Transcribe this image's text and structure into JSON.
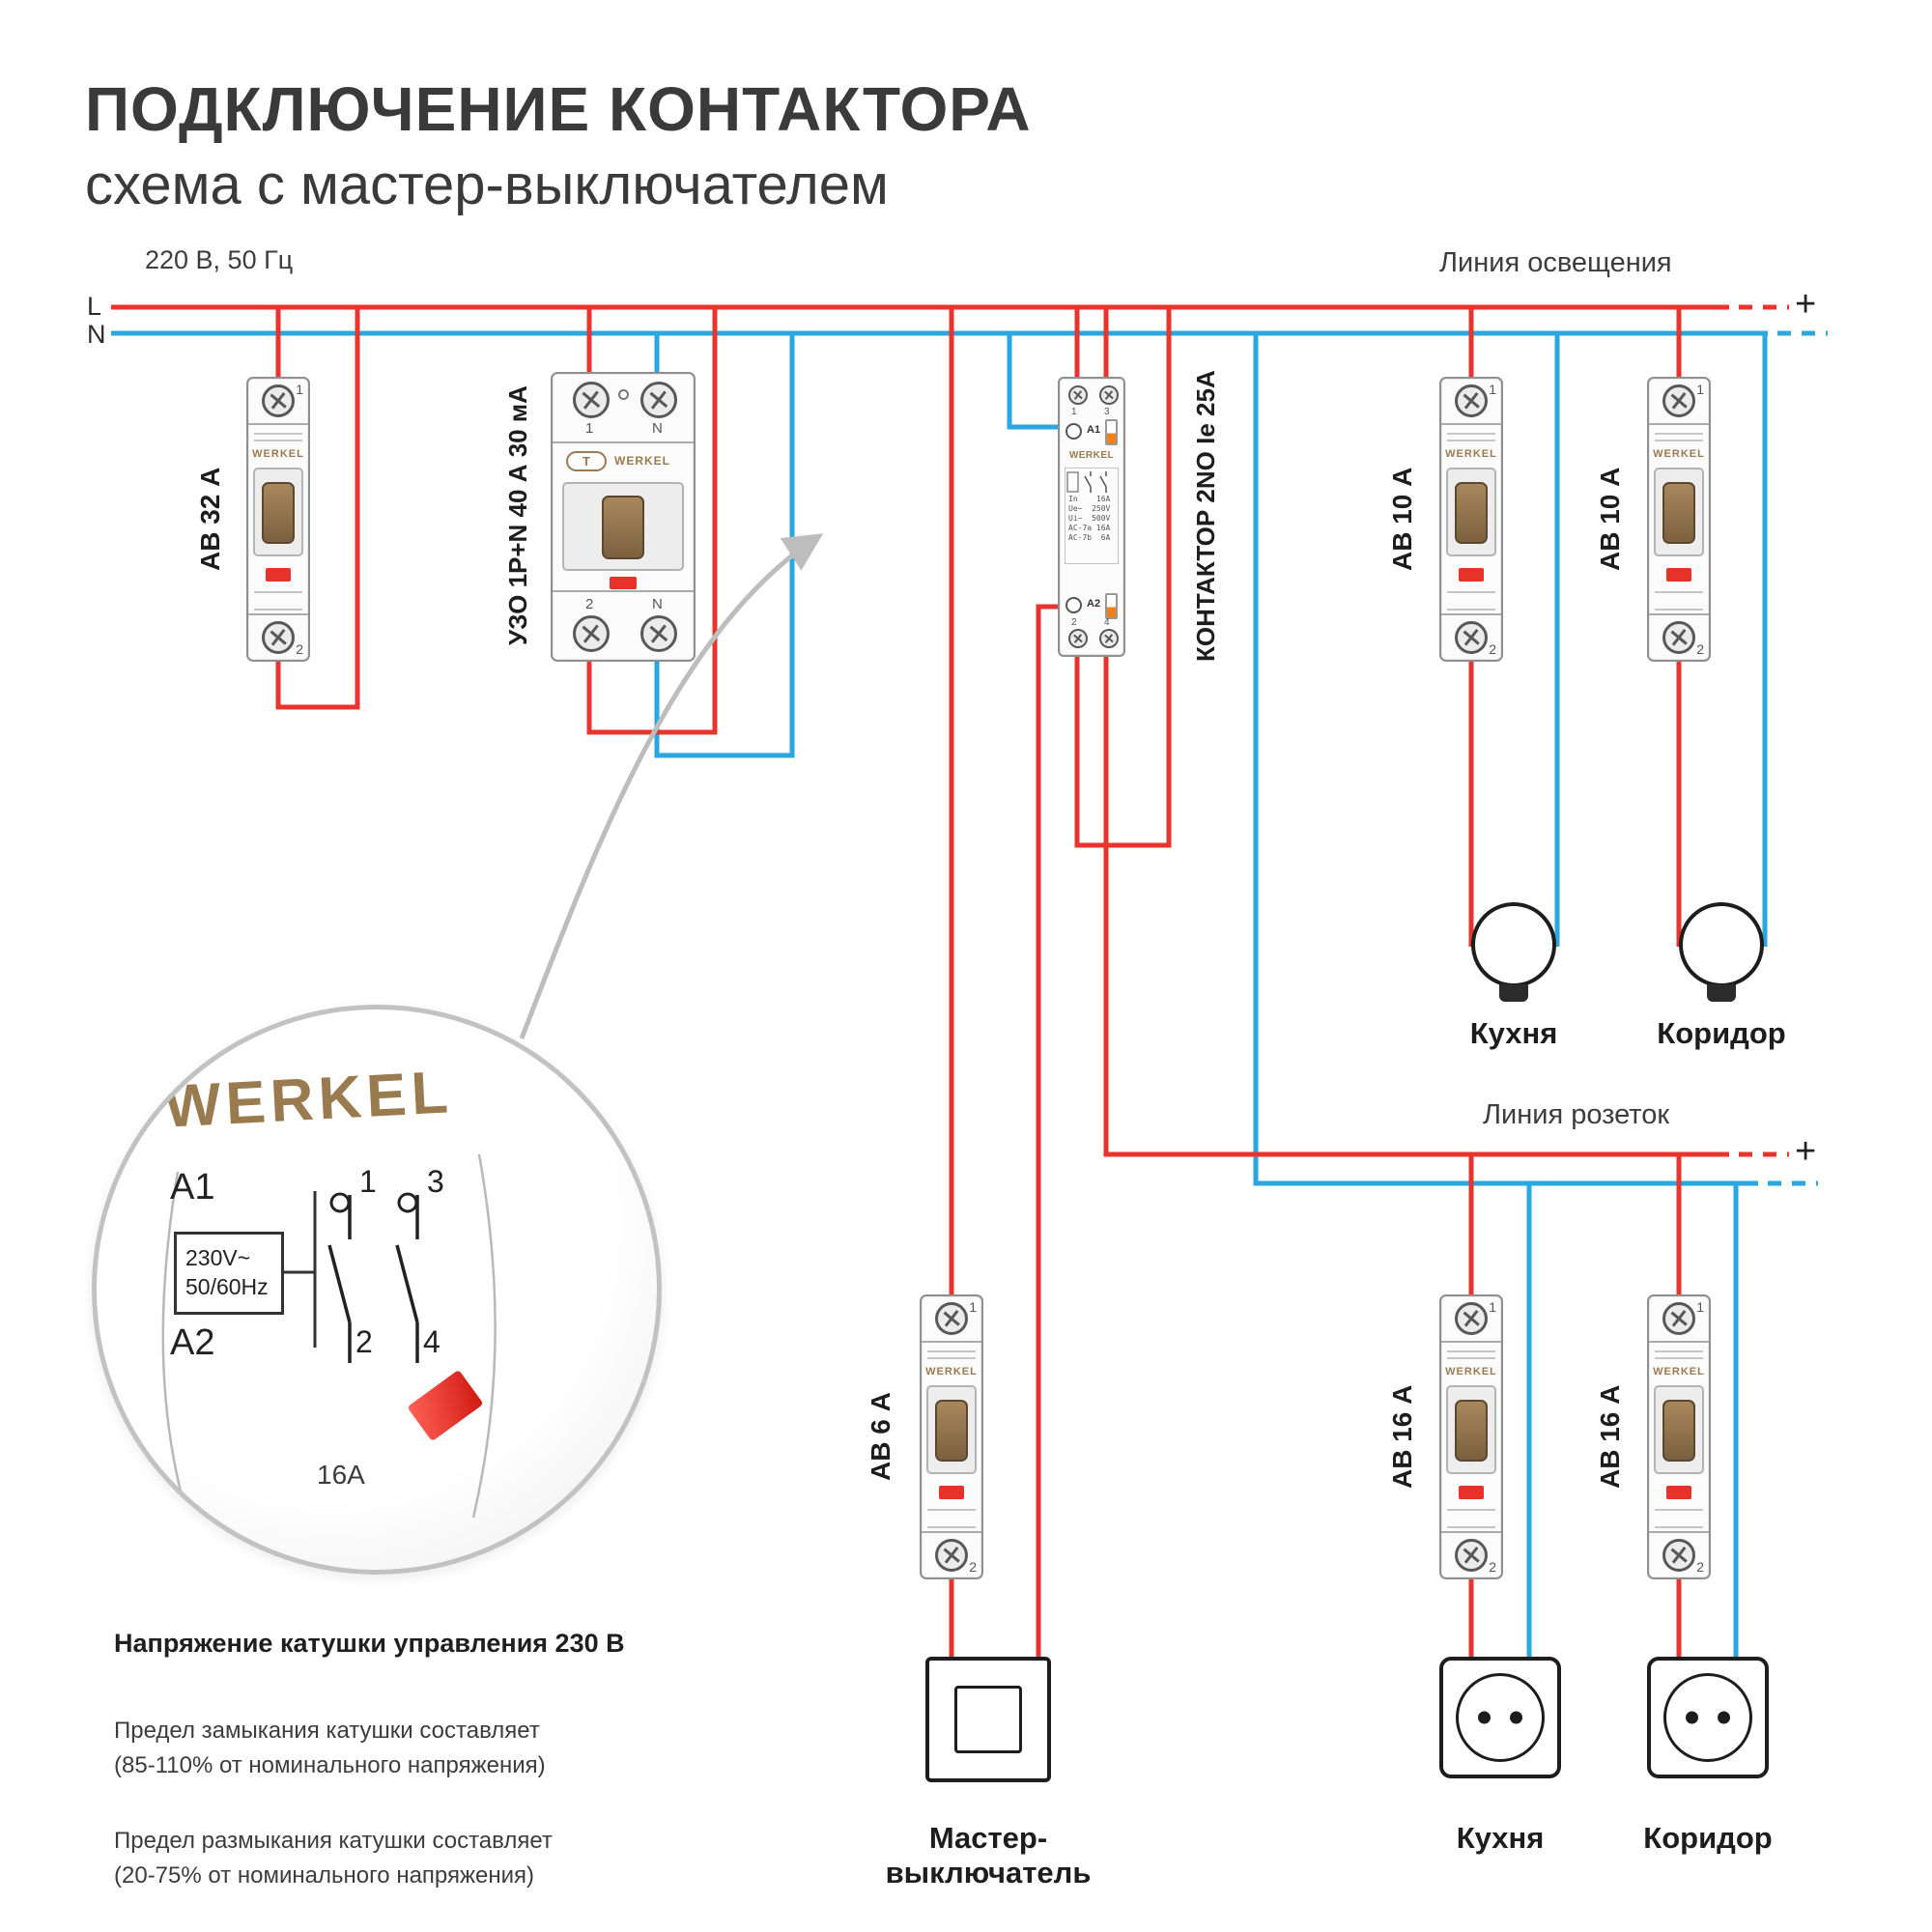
{
  "brand": "WERKEL",
  "colors": {
    "wire-l": "#e8342c",
    "wire-n": "#2aa7df",
    "brand-gold": "#9a7b4f",
    "ind-red": "#e63228",
    "ink": "#3a3a3a"
  },
  "title": {
    "line1": "ПОДКЛЮЧЕНИЕ КОНТАКТОРА",
    "line2": "схема с мастер-выключателем"
  },
  "power": {
    "source": "220 В, 50 Гц",
    "l": "L",
    "n": "N",
    "lighting_line": "Линия освещения",
    "socket_line": "Линия розеток",
    "plus": "+"
  },
  "pins": {
    "p1": "1",
    "p2": "2",
    "p3": "3",
    "p4": "4",
    "n": "N",
    "a1": "A1",
    "a2": "A2",
    "test": "T"
  },
  "devices": {
    "ab32": {
      "label": "АВ 32 А"
    },
    "rcd": {
      "label": "УЗО 1P+N 40 А 30 мА"
    },
    "contactor": {
      "label": "КОНТАКТОР 2NO Ie 25А",
      "specs": [
        "In    16A",
        "Ue~  250V",
        "Ui~  500V",
        "AC-7a 16A",
        "AC-7b  6A"
      ]
    },
    "ab10_1": {
      "label": "АВ 10 А"
    },
    "ab10_2": {
      "label": "АВ 10 А"
    },
    "ab16_1": {
      "label": "АВ 16 А"
    },
    "ab16_2": {
      "label": "АВ 16 А"
    },
    "ab6": {
      "label": "АВ 6 А"
    }
  },
  "loads": {
    "master": "Мастер-выключатель",
    "kitchen_light": "Кухня",
    "corridor_light": "Коридор",
    "kitchen_socket": "Кухня",
    "corridor_socket": "Коридор"
  },
  "magnifier": {
    "brand": "WERKEL",
    "a1": "A1",
    "a2": "A2",
    "volt": "230V~",
    "freq": "50/60Hz",
    "c1": "1",
    "c2": "2",
    "c3": "3",
    "c4": "4",
    "rating": "16A"
  },
  "notes": {
    "heading": "Напряжение катушки управления 230 В",
    "p1a": "Предел замыкания катушки составляет",
    "p1b": "(85-110% от номинального напряжения)",
    "p2a": "Предел размыкания катушки составляет",
    "p2b": "(20-75% от номинального напряжения)"
  }
}
